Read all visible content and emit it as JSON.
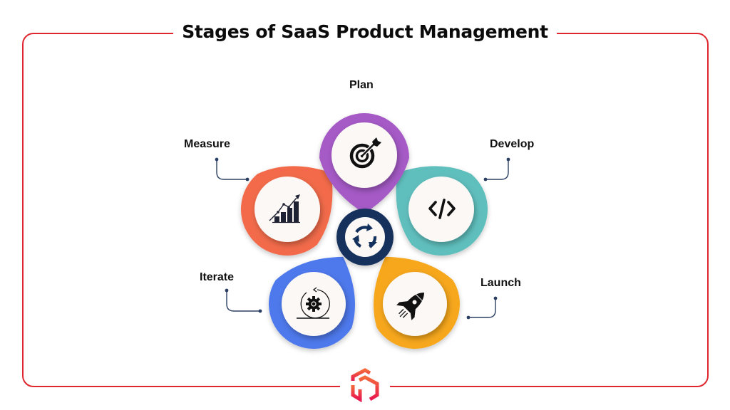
{
  "title": "Stages of SaaS Product Management",
  "colors": {
    "frame": "#e0262e",
    "plan": "#a55ac6",
    "develop": "#5fbfbd",
    "measure": "#f26b4a",
    "iterate": "#4e79ec",
    "launch": "#f6a71c",
    "hub": "#13315c",
    "inner_fill": "#fbf8f6",
    "connector": "#2b3f63",
    "icon": "#111111"
  },
  "hub": {
    "icon": "cycle-arrows-icon"
  },
  "stages": [
    {
      "id": "plan",
      "label": "Plan",
      "icon": "target-dart-icon"
    },
    {
      "id": "develop",
      "label": "Develop",
      "icon": "code-brackets-icon"
    },
    {
      "id": "launch",
      "label": "Launch",
      "icon": "rocket-icon"
    },
    {
      "id": "iterate",
      "label": "Iterate",
      "icon": "gear-cycle-icon"
    },
    {
      "id": "measure",
      "label": "Measure",
      "icon": "growth-chart-icon"
    }
  ],
  "logo": {
    "icon": "cube-logo-icon"
  }
}
